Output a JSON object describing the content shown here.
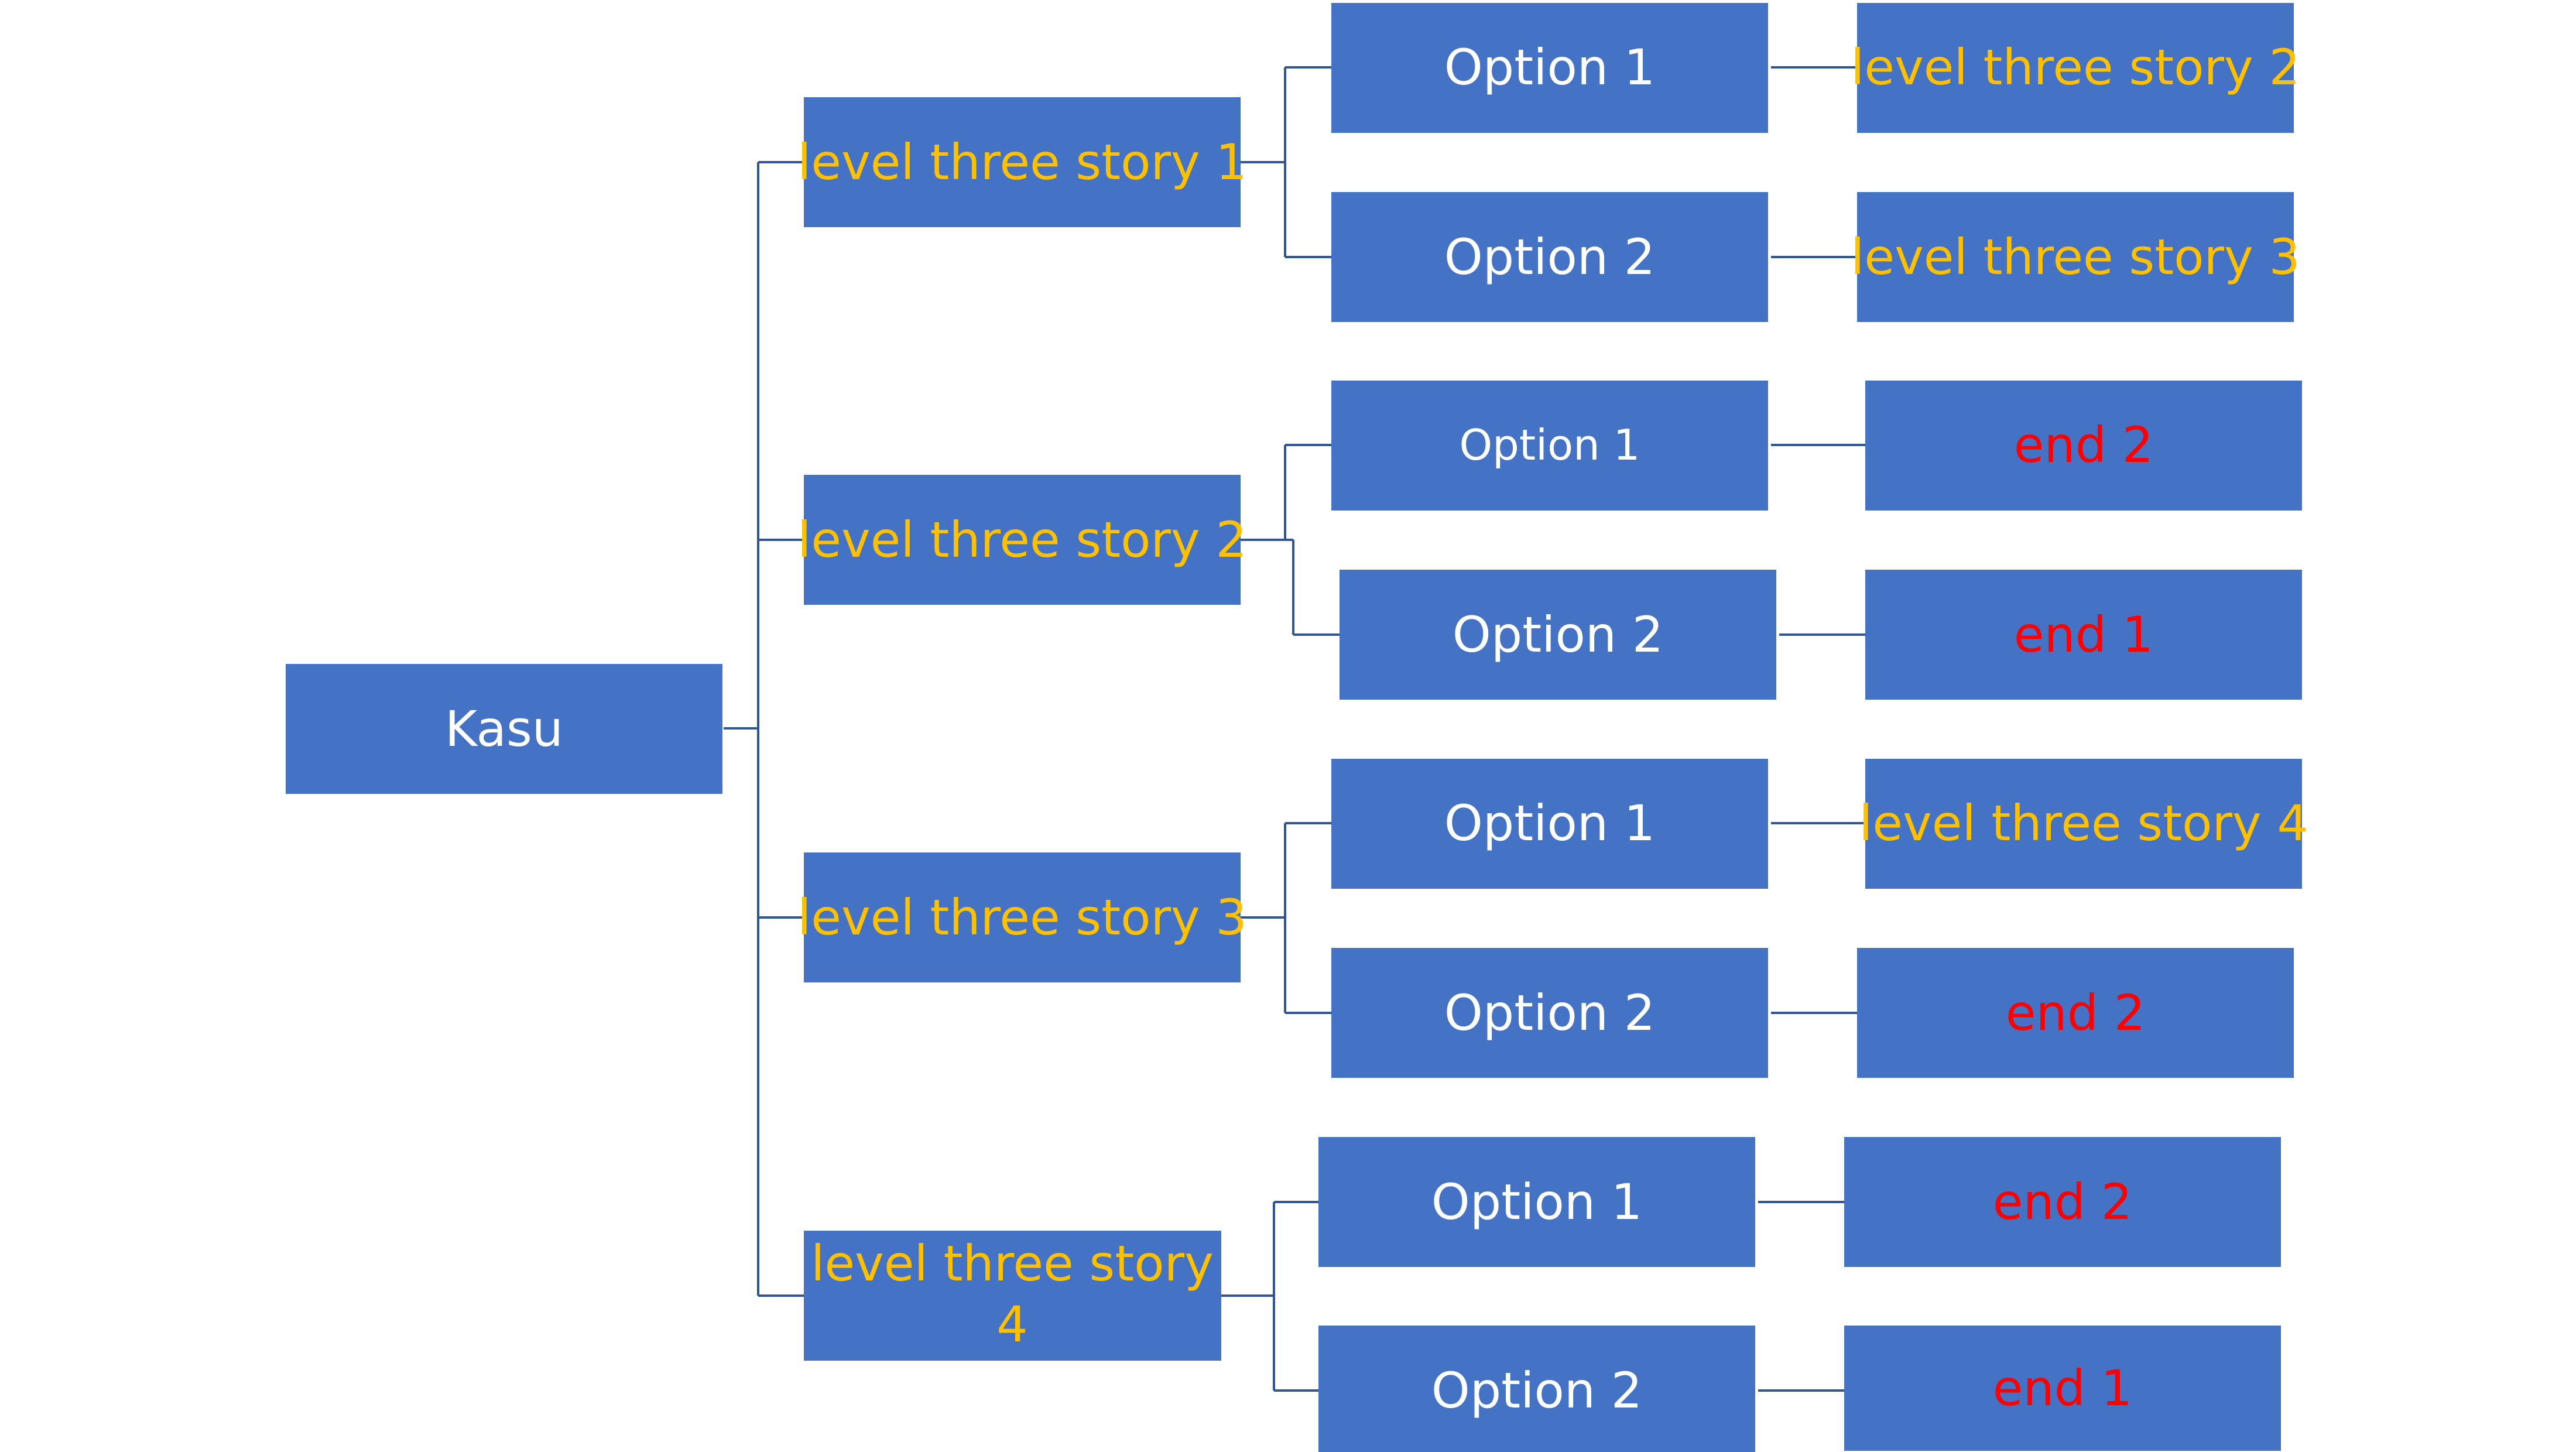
{
  "colors": {
    "box_fill": "#4472c4",
    "connector": "#2f5597",
    "text_default": "#ffffff",
    "text_story": "#ffc000",
    "text_end": "#ff0000"
  },
  "root": {
    "label": "Kasu"
  },
  "stories": [
    {
      "label": "level three story 1",
      "options": [
        {
          "label": "Option 1",
          "outcome": "level three story 2"
        },
        {
          "label": "Option 2",
          "outcome": "level three story 3"
        }
      ]
    },
    {
      "label": "level three story 2",
      "options": [
        {
          "label": "Option 1",
          "outcome": "end 2"
        },
        {
          "label": "Option 2",
          "outcome": "end 1"
        }
      ]
    },
    {
      "label": "level three story 3",
      "options": [
        {
          "label": "Option 1",
          "outcome": "level three story 4"
        },
        {
          "label": "Option 2",
          "outcome": "end 2"
        }
      ]
    },
    {
      "label_lines": [
        "level three story",
        "4"
      ],
      "options": [
        {
          "label": "Option 1",
          "outcome": "end 2"
        },
        {
          "label": "Option 2",
          "outcome": "end 1"
        }
      ]
    }
  ]
}
